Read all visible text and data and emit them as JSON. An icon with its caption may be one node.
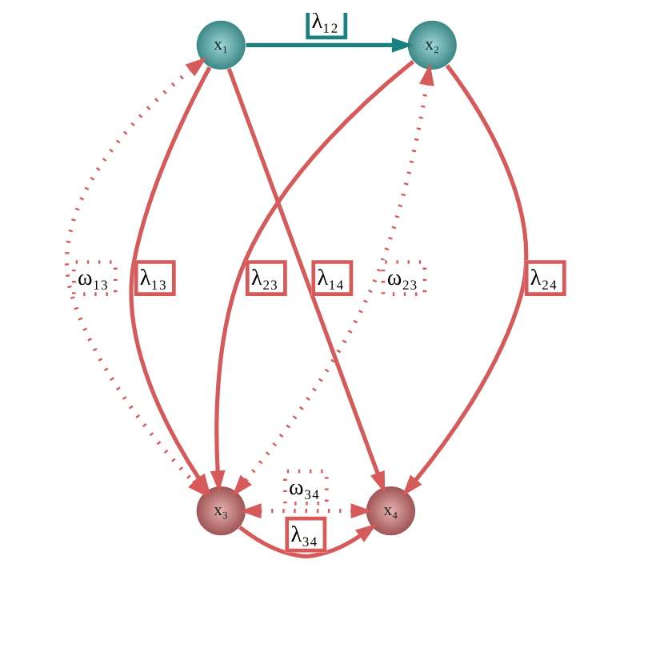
{
  "diagram": {
    "nodes": [
      {
        "text": [
          "x₁"
        ]
      },
      {
        "text": [
          "x₂"
        ]
      },
      {
        "text": [
          "x₃"
        ]
      },
      {
        "text": [
          "x₄"
        ]
      }
    ],
    "edges": [
      {
        "from": 0,
        "to": 1,
        "arrow": "to",
        "label": "λ₁₂",
        "color": "#1a8080"
      },
      {
        "from": 0,
        "to": 2,
        "arrow": "to",
        "label": "λ₁₃"
      },
      {
        "from": 0,
        "to": 3,
        "arrow": "to",
        "label": "λ₁₄"
      },
      {
        "from": 1,
        "to": 2,
        "arrow": "to",
        "label": "λ₂₃"
      },
      {
        "from": 1,
        "to": 3,
        "arrow": "to",
        "label": "λ₂₄"
      },
      {
        "from": 2,
        "to": 3,
        "arrow": "to",
        "label": "λ₃₄"
      },
      {
        "from": 0,
        "to": 2,
        "arrow": "both",
        "label": "ω₁₃",
        "style": "dashed"
      },
      {
        "from": 1,
        "to": 2,
        "arrow": "both",
        "label": "ω₂₃",
        "style": "dashed"
      },
      {
        "from": 2,
        "to": 3,
        "arrow": "both",
        "label": "ω₃₄",
        "style": "dashed"
      }
    ]
  }
}
